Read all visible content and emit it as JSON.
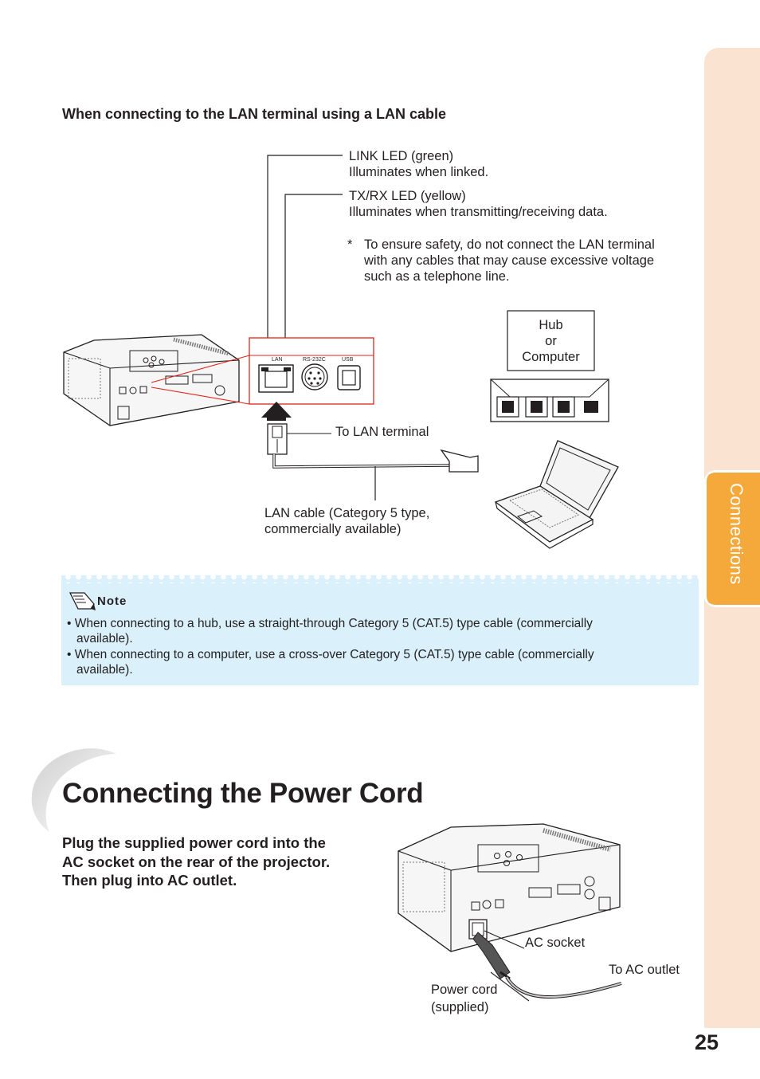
{
  "side_tab": {
    "label": "Connections"
  },
  "lan_section": {
    "heading": "When connecting to the LAN terminal using a LAN cable",
    "link_led": {
      "line1": "LINK LED (green)",
      "line2": "Illuminates when linked."
    },
    "txrx_led": {
      "line1": "TX/RX LED (yellow)",
      "line2": "Illuminates when transmitting/receiving data."
    },
    "safety": {
      "star": "*",
      "line1": "To ensure safety, do not connect the LAN terminal",
      "line2": "with any cables that may cause excessive voltage",
      "line3": "such as a telephone line."
    },
    "hub": {
      "line1": "Hub",
      "line2": "or",
      "line3": "Computer"
    },
    "port_labels": {
      "lan": "LAN",
      "rs232c": "RS-232C",
      "usb": "USB"
    },
    "to_lan_terminal": "To LAN terminal",
    "lan_cable": {
      "line1": "LAN cable (Category 5 type,",
      "line2": "commercially available)"
    }
  },
  "note": {
    "title": "Note",
    "items": [
      {
        "line1": "When connecting to a hub, use a straight-through Category 5 (CAT.5) type cable (commercially",
        "line2": "available)."
      },
      {
        "line1": "When connecting to a computer, use a cross-over Category 5 (CAT.5) type cable (commercially",
        "line2": "available)."
      }
    ]
  },
  "power_section": {
    "title": "Connecting the Power Cord",
    "intro": {
      "line1": "Plug the supplied power cord into the",
      "line2": "AC socket on the rear of the projector.",
      "line3": "Then plug into AC outlet."
    },
    "ac_socket": "AC socket",
    "to_ac_outlet": "To AC outlet",
    "power_cord": {
      "line1": "Power cord",
      "line2": "(supplied)"
    }
  },
  "page_number": "25"
}
